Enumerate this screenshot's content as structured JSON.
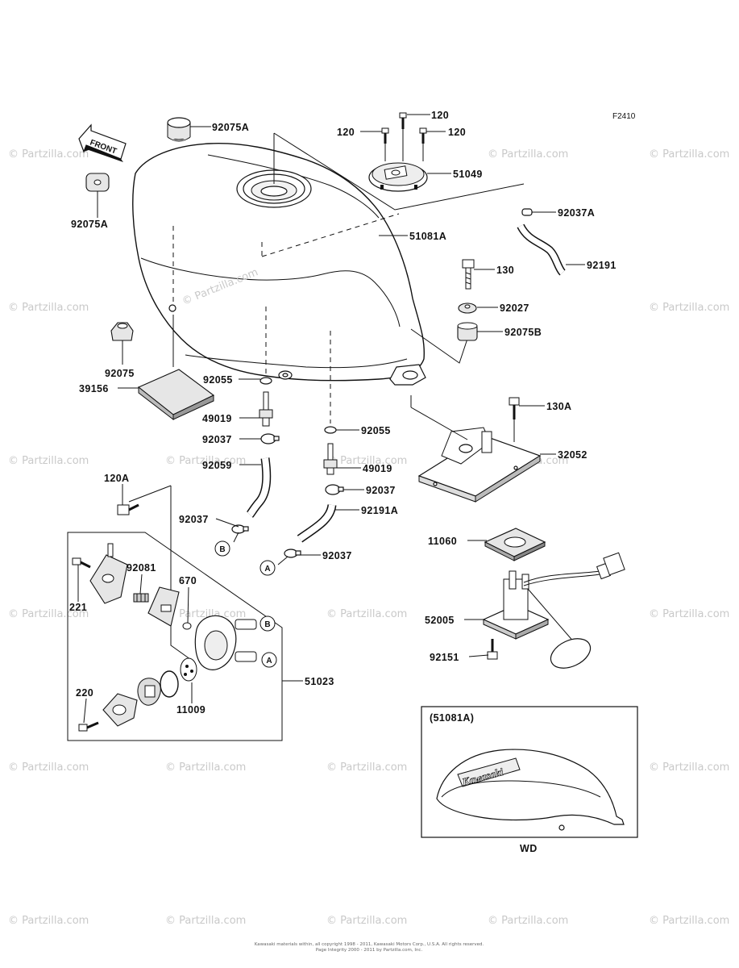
{
  "figure_code": "F2410",
  "front_label": "FRONT",
  "watermark_text": "© Partzilla.com",
  "tank_watermark": "© Partzilla.com",
  "inset": {
    "title": "(51081A)",
    "caption": "WD",
    "brand_text": "Kawasaki"
  },
  "callouts": {
    "p92075A_top": "92075A",
    "p92075A_left": "92075A",
    "p120_top": "120",
    "p120_left": "120",
    "p120_right": "120",
    "p51049": "51049",
    "p92037A": "92037A",
    "p51081A": "51081A",
    "p92191": "92191",
    "p130": "130",
    "p92027": "92027",
    "p92075B": "92075B",
    "p92075": "92075",
    "p39156": "39156",
    "p92055_a": "92055",
    "p49019_a": "49019",
    "p92037_a": "92037",
    "p92059": "92059",
    "p92055_b": "92055",
    "p130A": "130A",
    "p32052": "32052",
    "p49019_b": "49019",
    "p92037_b": "92037",
    "p120A": "120A",
    "p92191A": "92191A",
    "p92037_c": "92037",
    "p92037_d": "92037",
    "p11060": "11060",
    "p92081": "92081",
    "p670": "670",
    "p221": "221",
    "p52005": "52005",
    "p51023": "51023",
    "p92151": "92151",
    "p220": "220",
    "p11009": "11009"
  },
  "connectors": {
    "B": "B",
    "A": "A"
  },
  "footer": {
    "line1": "Kawasaki materials within, all copyright 1998 - 2011, Kawasaki Motors Corp., U.S.A. All rights reserved.",
    "line2": "Page Integrity 2000 - 2011 by Partzilla.com, Inc."
  }
}
